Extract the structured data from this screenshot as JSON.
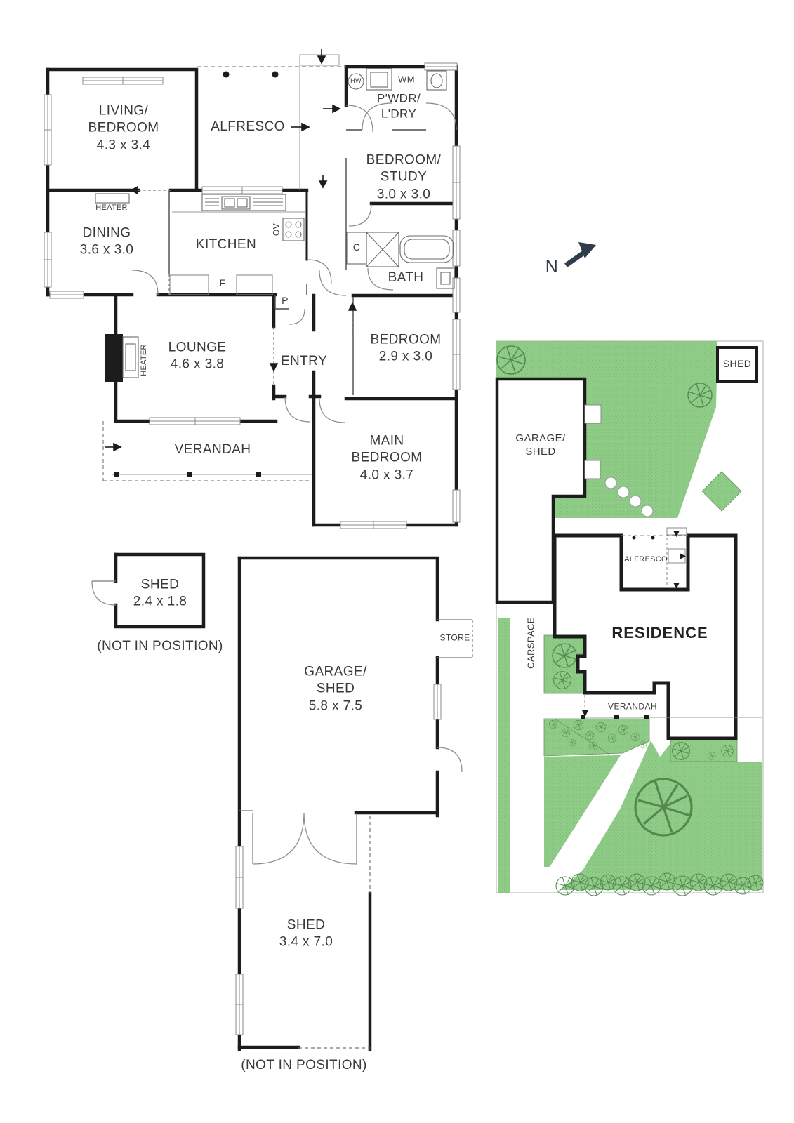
{
  "floorplan": {
    "rooms": {
      "living_bedroom": "LIVING/\nBEDROOM\n4.3 x 3.4",
      "alfresco": "ALFRESCO",
      "pwdr_ldry": "P'WDR/\nL'DRY",
      "bedroom_study": "BEDROOM/\nSTUDY\n3.0 x 3.0",
      "dining": "DINING\n3.6 x 3.0",
      "kitchen": "KITCHEN",
      "bath": "BATH",
      "lounge": "LOUNGE\n4.6 x 3.8",
      "entry": "ENTRY",
      "bedroom": "BEDROOM\n2.9 x 3.0",
      "verandah": "VERANDAH",
      "main_bedroom": "MAIN\nBEDROOM\n4.0 x 3.7"
    },
    "fixtures": {
      "heater_wall": "HEATER",
      "heater_lounge": "HEATER",
      "hot_water": "HW",
      "washing_machine": "WM",
      "oven": "OV",
      "fridge": "F",
      "pantry": "P",
      "cupboard": "C"
    }
  },
  "compass": {
    "north": "N"
  },
  "site_plan": {
    "shed": "SHED",
    "garage_shed": "GARAGE/\nSHED",
    "alfresco": "ALFRESCO",
    "residence": "RESIDENCE",
    "carspace": "CARSPACE",
    "verandah": "VERANDAH"
  },
  "outbuildings": {
    "shed_small": "SHED\n2.4 x 1.8",
    "shed_small_note": "(NOT IN POSITION)",
    "garage_shed": "GARAGE/\nSHED\n5.8 x 7.5",
    "store": "STORE",
    "shed_long": "SHED\n3.4 x 7.0",
    "shed_long_note": "(NOT IN POSITION)"
  },
  "colors": {
    "lawn": "#8ecb86",
    "wall": "#1c1c1c",
    "north_arrow": "#303c49"
  }
}
